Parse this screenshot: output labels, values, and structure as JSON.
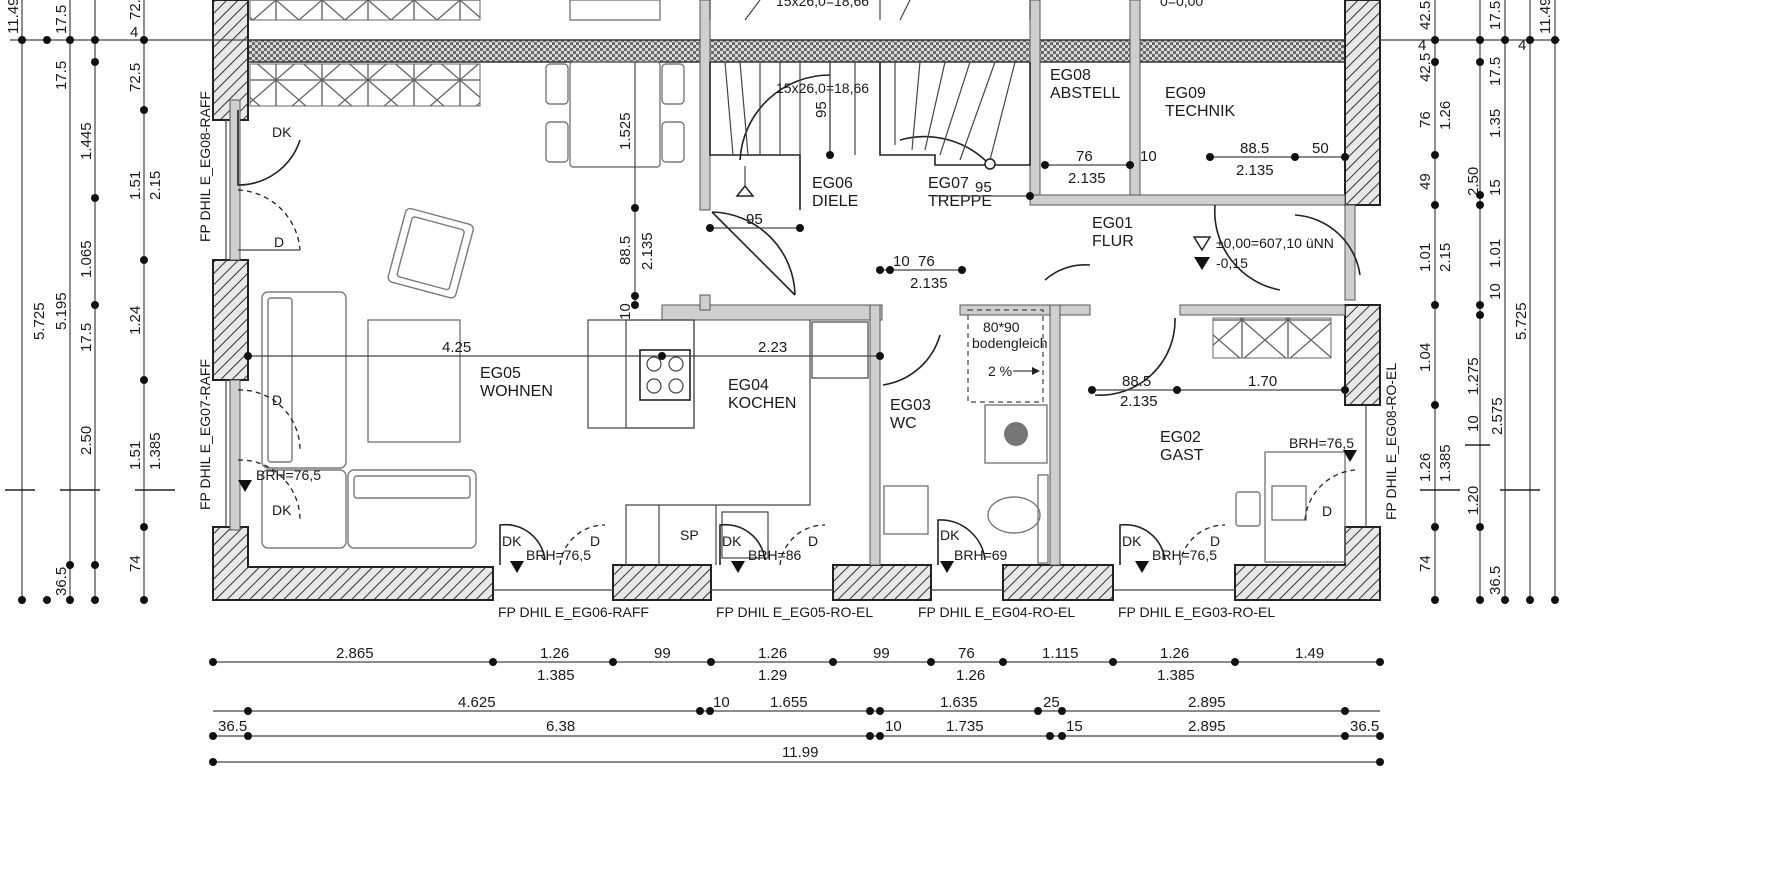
{
  "rooms": [
    {
      "code": "EG05",
      "name": "WOHNEN"
    },
    {
      "code": "EG04",
      "name": "KOCHEN"
    },
    {
      "code": "EG06",
      "name": "DIELE"
    },
    {
      "code": "EG07",
      "name": "TREPPE"
    },
    {
      "code": "EG08",
      "name": "ABSTELL"
    },
    {
      "code": "EG09",
      "name": "TECHNIK"
    },
    {
      "code": "EG01",
      "name": "FLUR"
    },
    {
      "code": "EG03",
      "name": "WC"
    },
    {
      "code": "EG02",
      "name": "GAST"
    }
  ],
  "window_labels": {
    "bottom": [
      "FP DHIL E_EG06-RAFF",
      "FP DHIL E_EG05-RO-EL",
      "FP DHIL E_EG04-RO-EL",
      "FP DHIL E_EG03-RO-EL"
    ],
    "left_top": "FP DHIL E_EG08-RAFF",
    "left_bottom": "FP DHIL E_EG07-RAFF",
    "right": "FP DHIL E_EG08-RO-EL"
  },
  "annotations": {
    "stair_top": "15x26,0=18,66",
    "stair_top_cut": "15x26,0=18,66",
    "storage_cut": "0=0,00",
    "level_1": "±0,00=607,10 üNN",
    "level_2": "-0,15",
    "shower": "80*90",
    "shower_sub": "bodengleich",
    "slope": "2 %",
    "fridge": "SP",
    "dk": "DK",
    "d": "D",
    "brh_765": "BRH=76,5",
    "brh_86": "BRH=86",
    "brh_69": "BRH=69"
  },
  "dims_bottom": {
    "row1_top": [
      "2.865",
      "1.26",
      "99",
      "1.26",
      "99",
      "76",
      "1.115",
      "1.26",
      "1.49"
    ],
    "row1_bottom": [
      "1.385",
      "1.29",
      "1.26",
      "1.385"
    ],
    "row2": [
      "4.625",
      "10",
      "1.655",
      "1.635",
      "25",
      "2.895"
    ],
    "row3": [
      "36.5",
      "6.38",
      "10",
      "1.735",
      "15",
      "2.895",
      "36.5"
    ],
    "total": "11.99"
  },
  "dims_left": {
    "col1": [
      "11.49",
      "5.725"
    ],
    "col2": [
      "17.5",
      "5.195",
      "36.5"
    ],
    "col3": [
      "17.5",
      "1.445",
      "1.065",
      "17.5",
      "2.50"
    ],
    "col4": [
      "72.5",
      "4",
      "72.5",
      "1.51",
      "2.15",
      "1.24",
      "1.51",
      "1.385",
      "74"
    ]
  },
  "dims_right": {
    "col1": [
      "42.5",
      "4",
      "42.5",
      "76",
      "1.26",
      "49",
      "1.01",
      "2.15",
      "1.04",
      "1.26",
      "1.385",
      "74"
    ],
    "col2": [
      "17.5",
      "4",
      "17.5",
      "1.35",
      "2.50",
      "15",
      "1.01",
      "10",
      "5.725",
      "1.275",
      "2.575",
      "10",
      "1.20",
      "36.5"
    ],
    "col3": [
      "11.49"
    ]
  },
  "dims_interior": [
    "1.525",
    "88.5",
    "2.135",
    "10",
    "4.25",
    "2.23",
    "95",
    "95",
    "95",
    "76",
    "2.135",
    "10",
    "88.5",
    "2.135",
    "50",
    "10",
    "76",
    "2.135",
    "88.5",
    "2.135",
    "1.70"
  ]
}
